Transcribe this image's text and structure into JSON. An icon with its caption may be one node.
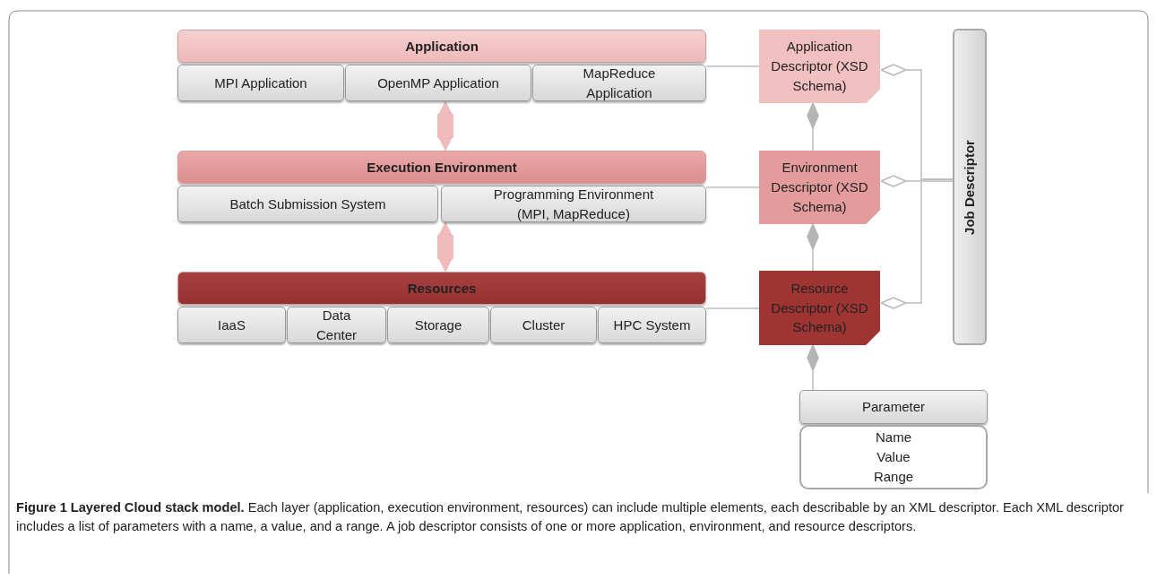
{
  "diagram": {
    "caption": "**Figure 1 Layered Cloud stack model.** Each layer (application, execution environment, resources) can include multiple elements, each describable by an XML descriptor. Each XML descriptor includes a list of parameters with a name, a value, and a range. A job descriptor consists of one or more application, environment, and resource descriptors.",
    "nodes": [
      {
        "text": [
          "Application"
        ]
      },
      {
        "text": [
          "MPI Application"
        ]
      },
      {
        "text": [
          "OpenMP Application"
        ]
      },
      {
        "text": [
          "MapReduce Application"
        ]
      },
      {
        "text": [
          "Execution Environment"
        ]
      },
      {
        "text": [
          "Batch Submission System"
        ]
      },
      {
        "text": [
          "Programming Environment (MPI, MapReduce)"
        ]
      },
      {
        "text": [
          "Resources"
        ]
      },
      {
        "text": [
          "IaaS"
        ]
      },
      {
        "text": [
          "Data Center"
        ]
      },
      {
        "text": [
          "Storage"
        ]
      },
      {
        "text": [
          "Cluster"
        ]
      },
      {
        "text": [
          "HPC System"
        ]
      },
      {
        "text": [
          "Application Descriptor (XSD Schema)"
        ]
      },
      {
        "text": [
          "Environment Descriptor (XSD Schema)"
        ]
      },
      {
        "text": [
          "Resource Descriptor (XSD Schema)"
        ]
      },
      {
        "text": [
          "Job Descriptor"
        ]
      },
      {
        "text": [
          "Parameter"
        ]
      },
      {
        "text": [
          "Name Value Range"
        ]
      }
    ],
    "edges": [
      {
        "from": 2,
        "to": 4,
        "arrow": "both",
        "style": "thick",
        "color": "#f0bcbc"
      },
      {
        "from": 6,
        "to": 7,
        "arrow": "both",
        "style": "thick",
        "color": "#f0bcbc"
      },
      {
        "from": 3,
        "to": 13,
        "arrow": "none"
      },
      {
        "from": 6,
        "to": 14,
        "arrow": "none"
      },
      {
        "from": 12,
        "to": 15,
        "arrow": "none"
      },
      {
        "from": 14,
        "to": 13,
        "arrow": "other"
      },
      {
        "from": 15,
        "to": 14,
        "arrow": "other"
      },
      {
        "from": 17,
        "to": 15,
        "arrow": "other"
      },
      {
        "from": 16,
        "to": 13,
        "arrow": "other"
      },
      {
        "from": 16,
        "to": 14,
        "arrow": "other"
      },
      {
        "from": 16,
        "to": 15,
        "arrow": "other"
      }
    ]
  }
}
